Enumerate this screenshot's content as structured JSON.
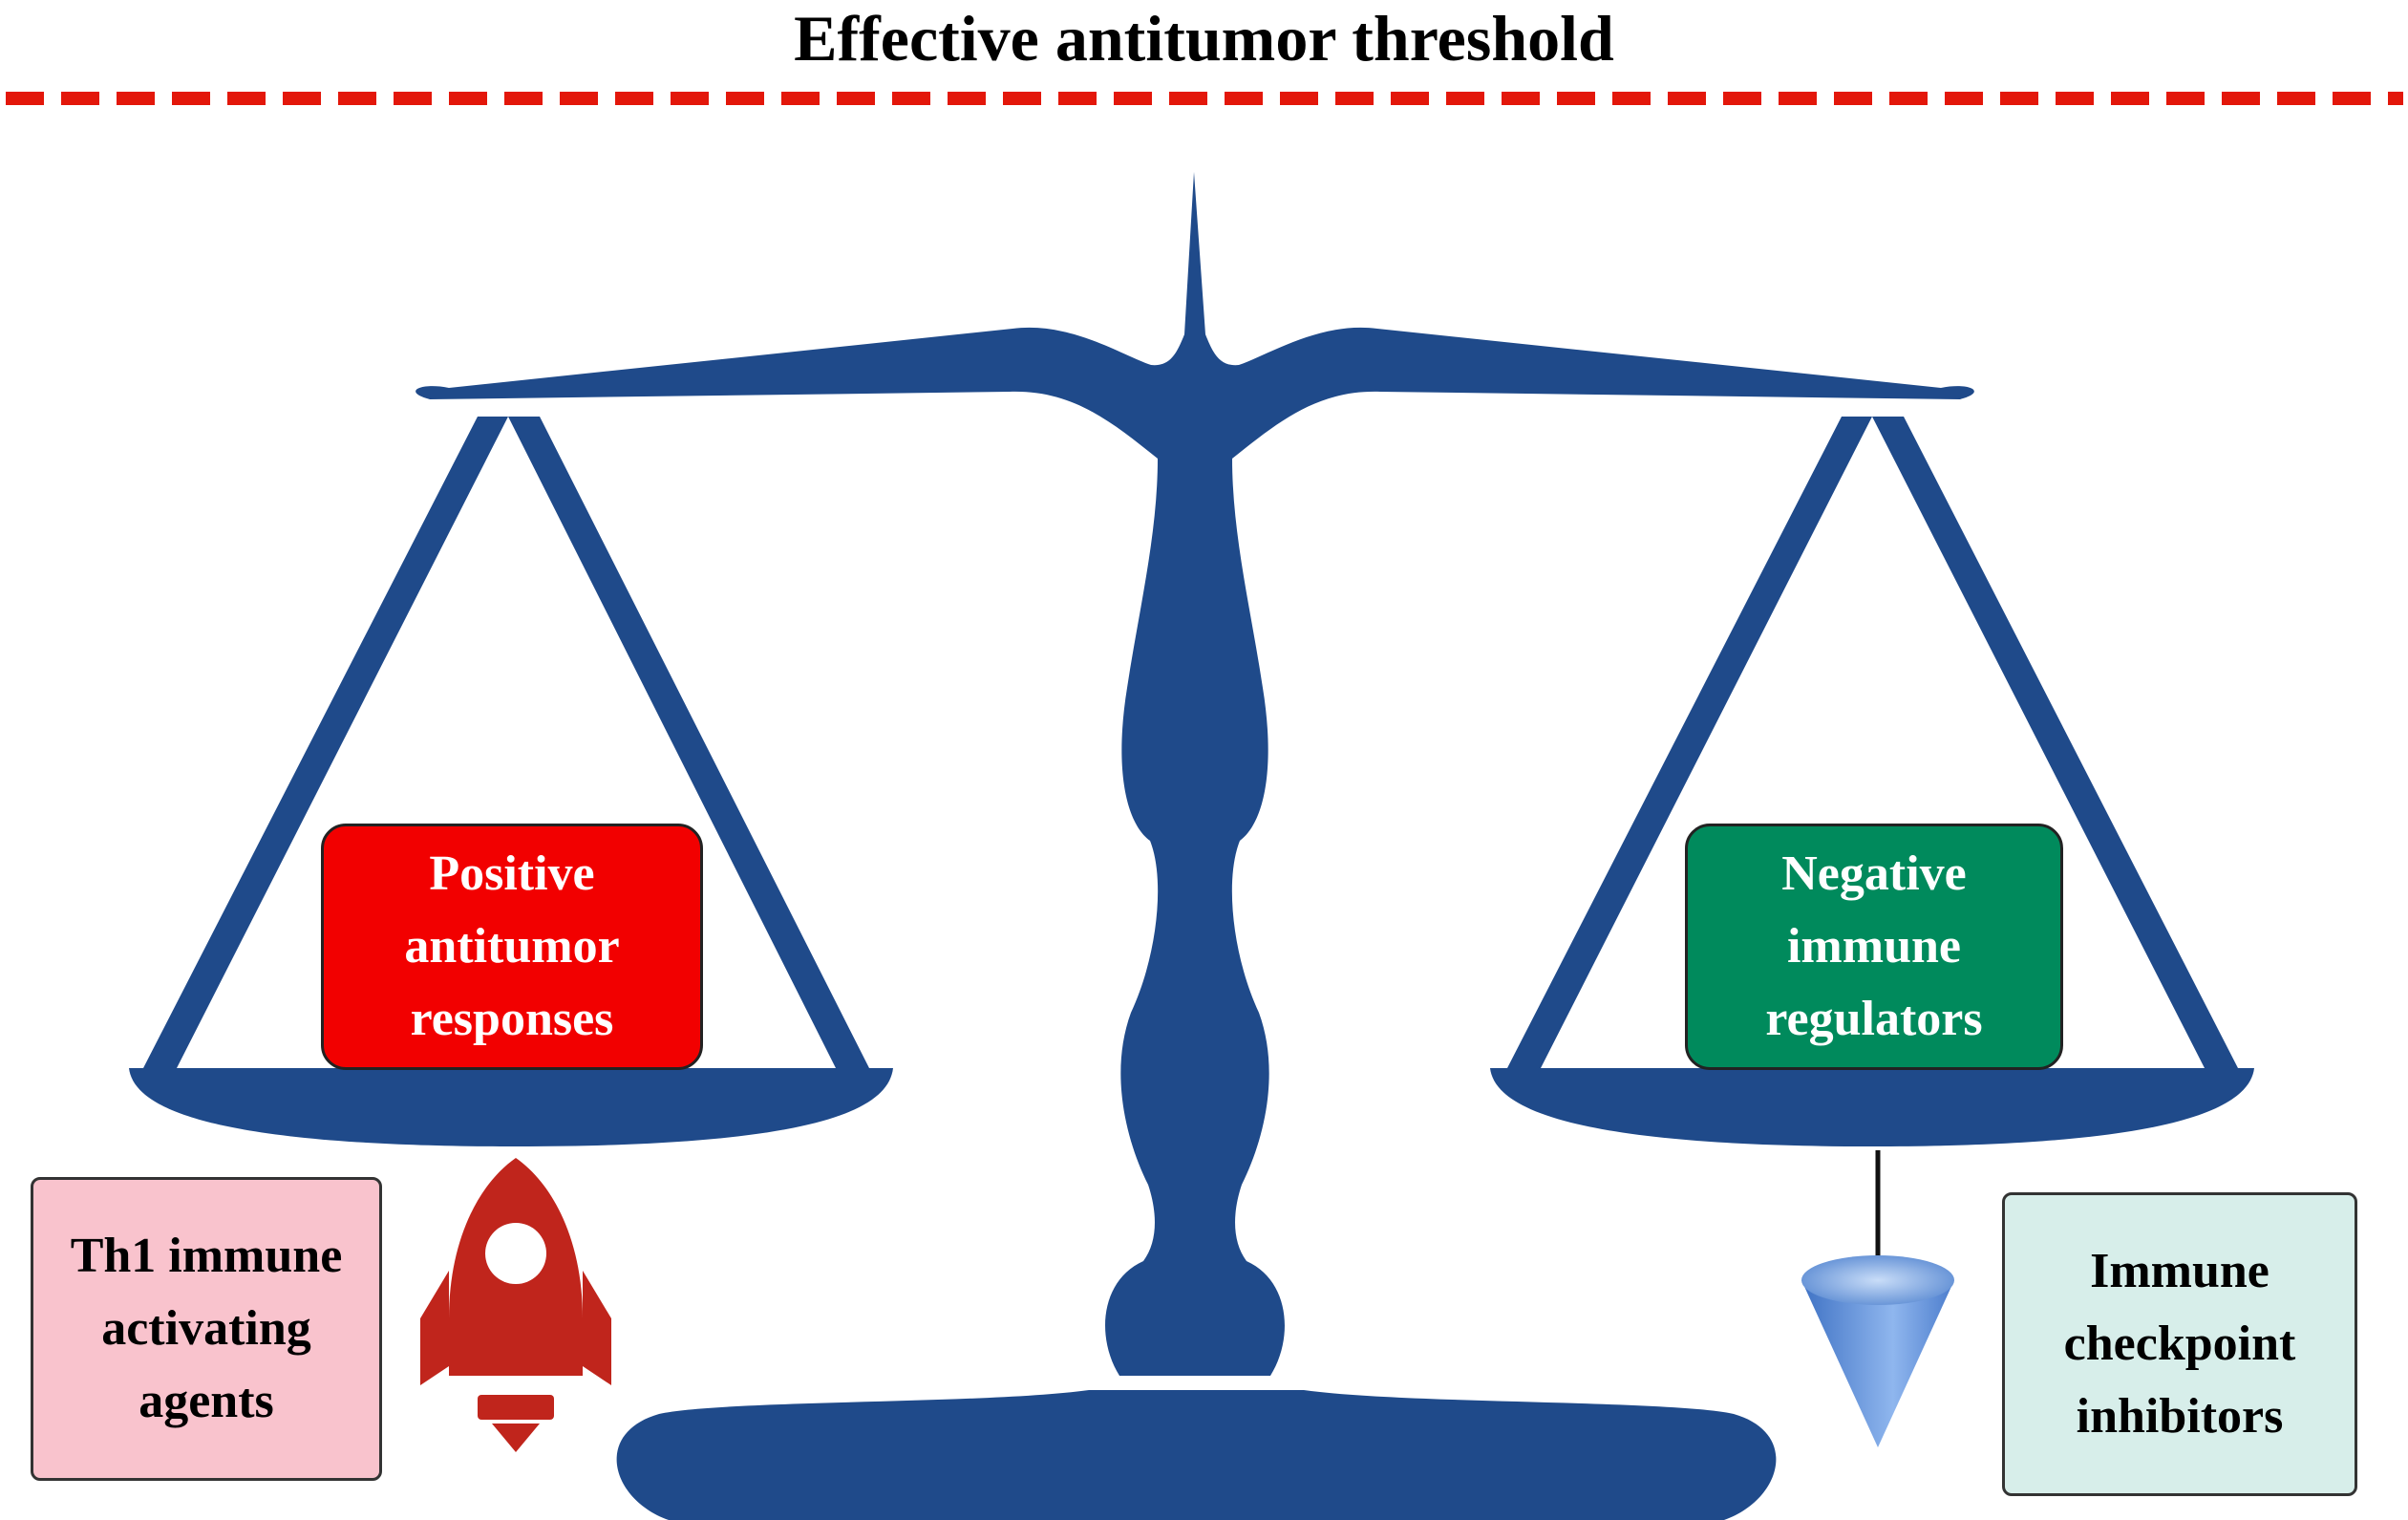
{
  "header": {
    "title": "Effective antitumor threshold"
  },
  "left_pan": {
    "label": "Positive\nantitumor\nresponses"
  },
  "right_pan": {
    "label": "Negative\nimmune\nregulators"
  },
  "left_agent": {
    "label": "Th1 immune\nactivating\nagents",
    "icon": "rocket-icon"
  },
  "right_agent": {
    "label": "Immune\ncheckpoint\ninhibitors",
    "icon": "cone-weight-icon"
  },
  "colors": {
    "scale": "#1f4a8a",
    "threshold": "#e3170a",
    "positive": "#f20000",
    "negative": "#008a5c",
    "th1_box": "#f9c3cd",
    "ici_box": "#d7eeea",
    "rocket": "#c0251c"
  }
}
